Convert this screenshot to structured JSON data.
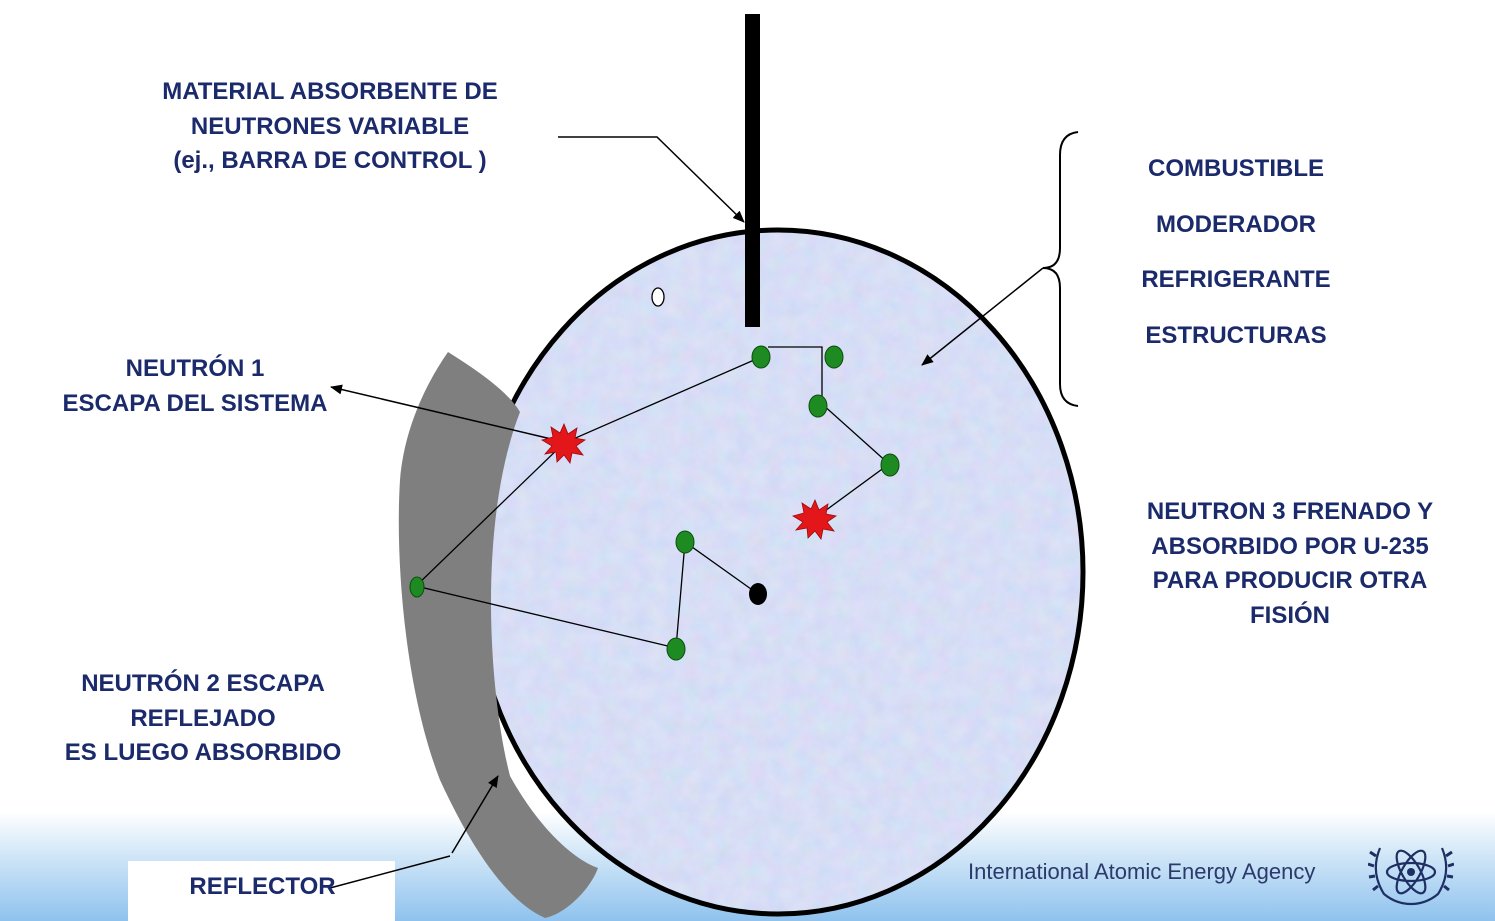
{
  "labels": {
    "control_rod": [
      "MATERIAL ABSORBENTE DE",
      "NEUTRONES VARIABLE",
      "(ej., BARRA DE CONTROL )"
    ],
    "core_components": [
      "COMBUSTIBLE",
      "MODERADOR",
      "REFRIGERANTE",
      "ESTRUCTURAS"
    ],
    "neutron_1": [
      "NEUTRÓN 1",
      "ESCAPA DEL SISTEMA"
    ],
    "neutron_3": [
      "NEUTRON 3 FRENADO Y",
      "ABSORBIDO POR U-235",
      "PARA PRODUCIR OTRA",
      "FISIÓN"
    ],
    "neutron_2": [
      "NEUTRÓN 2 ESCAPA",
      "REFLEJADO",
      "ES LUEGO ABSORBIDO"
    ],
    "reflector": "REFLECTOR"
  },
  "footer": {
    "agency": "International Atomic Energy Agency",
    "logo_icon": "un-atom-emblem-icon"
  },
  "colors": {
    "label_text": "#1b2a6b",
    "core_fill": "#c4d2ee",
    "reflector": "#7f7f7f",
    "neutron": "#1e8b22",
    "fission": "#e3161a",
    "footer_band": "#8fc2ee"
  }
}
